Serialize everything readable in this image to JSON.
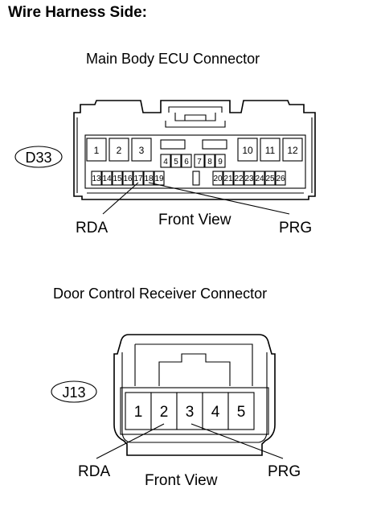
{
  "heading": "Wire Harness Side:",
  "connector1": {
    "title": "Main Body ECU Connector",
    "tag": "D33",
    "view_label": "Front View",
    "left_signal": "RDA",
    "right_signal": "PRG",
    "pins_top_left": [
      "1",
      "2",
      "3"
    ],
    "pins_top_mid": [
      "4",
      "5",
      "6",
      "7",
      "8",
      "9"
    ],
    "pins_top_right": [
      "10",
      "11",
      "12"
    ],
    "pins_bottom_left": [
      "13",
      "14",
      "15",
      "16",
      "17",
      "18",
      "19"
    ],
    "pins_bottom_right": [
      "20",
      "21",
      "22",
      "23",
      "24",
      "25",
      "26"
    ]
  },
  "connector2": {
    "title": "Door Control Receiver Connector",
    "tag": "J13",
    "view_label": "Front View",
    "left_signal": "RDA",
    "right_signal": "PRG",
    "pins": [
      "1",
      "2",
      "3",
      "4",
      "5"
    ]
  }
}
